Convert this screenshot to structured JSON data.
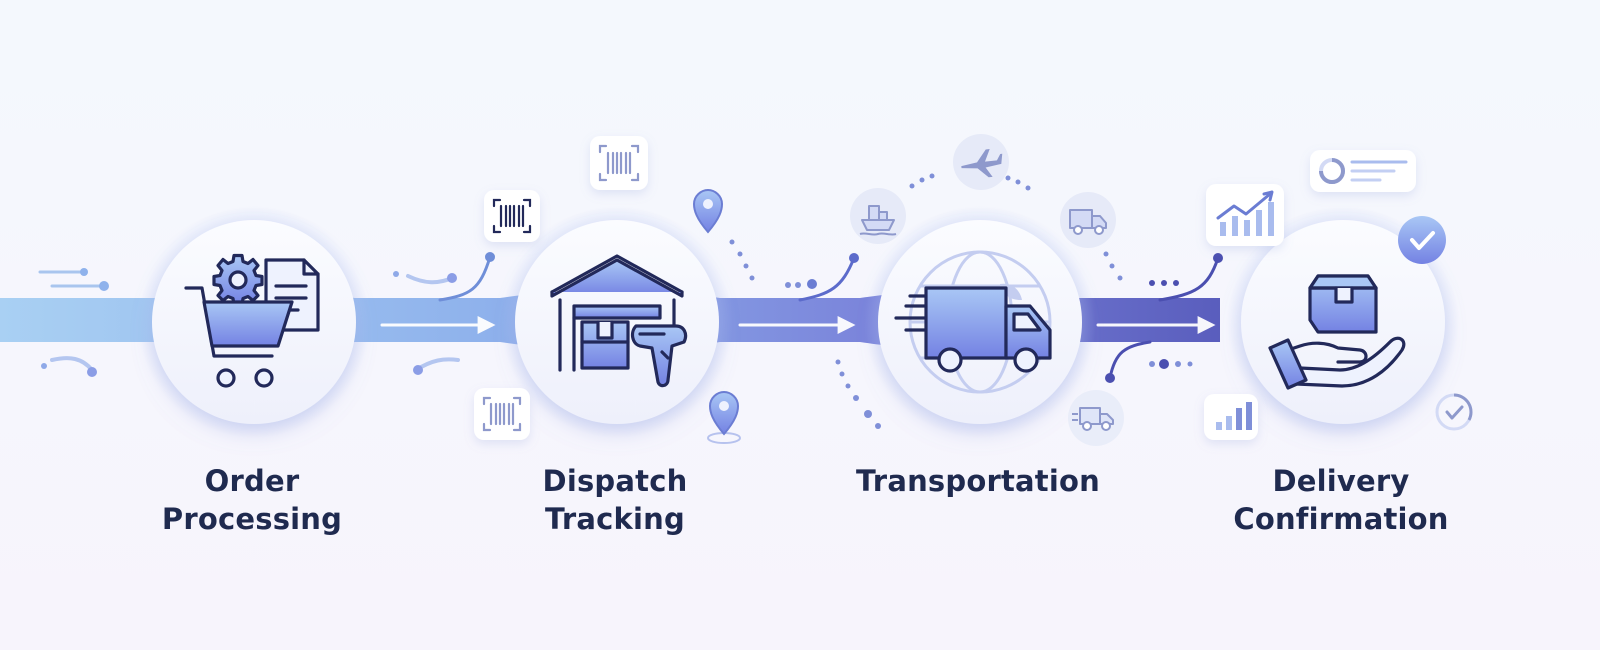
{
  "colors": {
    "background_top": "#f4f8fd",
    "background_bottom": "#f7f4fc",
    "flow_start": "#9fc7f0",
    "flow_end": "#4b4fb0",
    "icon_outline": "#22295a",
    "icon_fill": "#8c9ded",
    "circle_fill": "#f4f5fc",
    "label_text": "#1f2a4f"
  },
  "stages": [
    {
      "id": "order-processing",
      "label_lines": [
        "Order",
        "Processing"
      ],
      "icon": "shopping-cart-with-gear-and-document-icon"
    },
    {
      "id": "dispatch-tracking",
      "label_lines": [
        "Dispatch",
        "Tracking"
      ],
      "icon": "warehouse-with-box-and-barcode-scanner-icon"
    },
    {
      "id": "transportation",
      "label_lines": [
        "Transportation"
      ],
      "icon": "delivery-truck-with-globe-icon"
    },
    {
      "id": "delivery-confirmation",
      "label_lines": [
        "Delivery",
        "Confirmation"
      ],
      "icon": "hand-holding-package-icon"
    }
  ],
  "decorations": [
    "barcode-icon",
    "location-pin-icon",
    "cargo-ship-icon",
    "airplane-icon",
    "truck-icon",
    "growth-chart-icon",
    "bar-chart-icon",
    "progress-list-icon",
    "checkmark-badge-icon",
    "check-circle-icon"
  ]
}
